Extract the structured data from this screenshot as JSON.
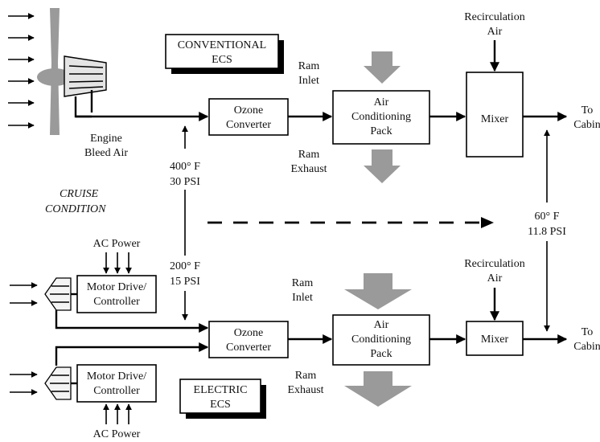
{
  "conventional": {
    "tag_label": "CONVENTIONAL ECS",
    "tag_line1": "CONVENTIONAL",
    "tag_line2": "ECS",
    "bleed_label_1": "Engine",
    "bleed_label_2": "Bleed Air",
    "ram_inlet_1": "Ram",
    "ram_inlet_2": "Inlet",
    "ram_exhaust_1": "Ram",
    "ram_exhaust_2": "Exhaust",
    "ozone_1": "Ozone",
    "ozone_2": "Converter",
    "pack_1": "Air",
    "pack_2": "Conditioning",
    "pack_3": "Pack",
    "mixer": "Mixer",
    "recirc_1": "Recirculation",
    "recirc_2": "Air",
    "to_1": "To",
    "to_2": "Cabin",
    "temp": "400° F",
    "press": "30 PSI"
  },
  "cruise": {
    "line1": "CRUISE",
    "line2": "CONDITION"
  },
  "cabin_supply": {
    "temp": "60° F",
    "press": "11.8 PSI"
  },
  "electric": {
    "tag_line1": "ELECTRIC",
    "tag_line2": "ECS",
    "ac_power": "AC Power",
    "motor_1": "Motor Drive/",
    "motor_2": "Controller",
    "ram_inlet_1": "Ram",
    "ram_inlet_2": "Inlet",
    "ram_exhaust_1": "Ram",
    "ram_exhaust_2": "Exhaust",
    "ozone_1": "Ozone",
    "ozone_2": "Converter",
    "pack_1": "Air",
    "pack_2": "Conditioning",
    "pack_3": "Pack",
    "mixer": "Mixer",
    "recirc_1": "Recirculation",
    "recirc_2": "Air",
    "to_1": "To",
    "to_2": "Cabin",
    "temp": "200° F",
    "press": "15 PSI"
  }
}
